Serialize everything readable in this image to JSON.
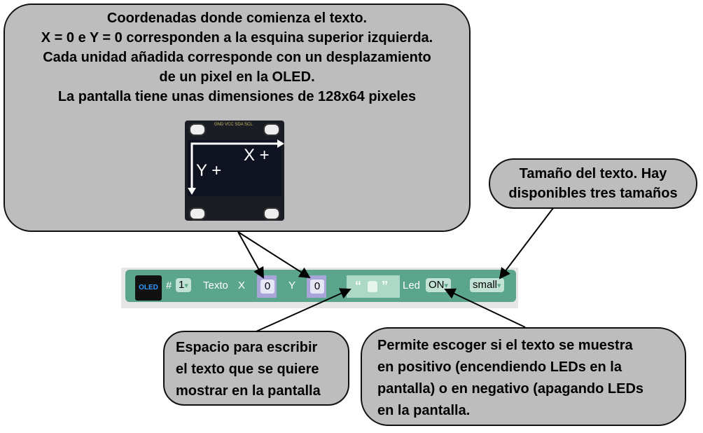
{
  "callouts": {
    "coords": [
      "Coordenadas donde comienza el texto.",
      "X = 0 e Y = 0 corresponden a la esquina superior izquierda.",
      "Cada unidad añadida corresponde con un desplazamiento",
      "de un pixel en la OLED.",
      "La pantalla tiene unas dimensiones de 128x64 pixeles"
    ],
    "size": [
      "Tamaño del texto. Hay",
      "disponibles tres tamaños"
    ],
    "text": [
      "Espacio para escribir",
      "el texto que se quiere",
      "mostrar en la pantalla"
    ],
    "led": [
      "Permite escoger si el texto se muestra",
      "en positivo (encendiendo LEDs en la",
      "pantalla) o en negativo (apagando LEDs",
      "en la pantalla."
    ]
  },
  "oled_image": {
    "pins": "GND VCC SDA SCL",
    "x_axis": "X +",
    "y_axis": "Y +"
  },
  "block": {
    "icon_text": "OLED",
    "hash": "#",
    "index": "1",
    "texto": "Texto",
    "x_label": "X",
    "x_value": "0",
    "y_label": "Y",
    "y_value": "0",
    "quote_open": "“",
    "quote_close": "”",
    "led_label": "Led",
    "led_value": "ON",
    "size_value": "small",
    "arrow": "▾"
  }
}
